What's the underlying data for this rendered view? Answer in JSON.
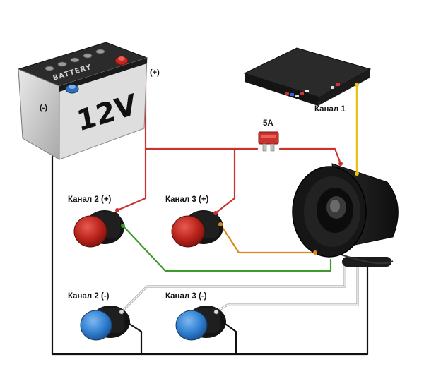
{
  "battery": {
    "brand": "BATTERY",
    "voltage": "12V",
    "positive_label": "(+)",
    "negative_label": "(-)"
  },
  "fuse": {
    "label": "5A"
  },
  "control_unit": {
    "label": "Канал 1"
  },
  "buttons": {
    "ch2_pos": "Канал 2 (+)",
    "ch3_pos": "Канал 3 (+)",
    "ch2_neg": "Канал 2 (-)",
    "ch3_neg": "Канал 3 (-)"
  },
  "colors": {
    "red_wire": "#c8322f",
    "black_wire": "#111111",
    "green_wire": "#3f9a2c",
    "orange_wire": "#d98a1d",
    "yellow_wire": "#e6c11a",
    "white_wire": "#bdbdbd",
    "red_button": "#c0271f",
    "blue_button": "#2f7fd0"
  }
}
